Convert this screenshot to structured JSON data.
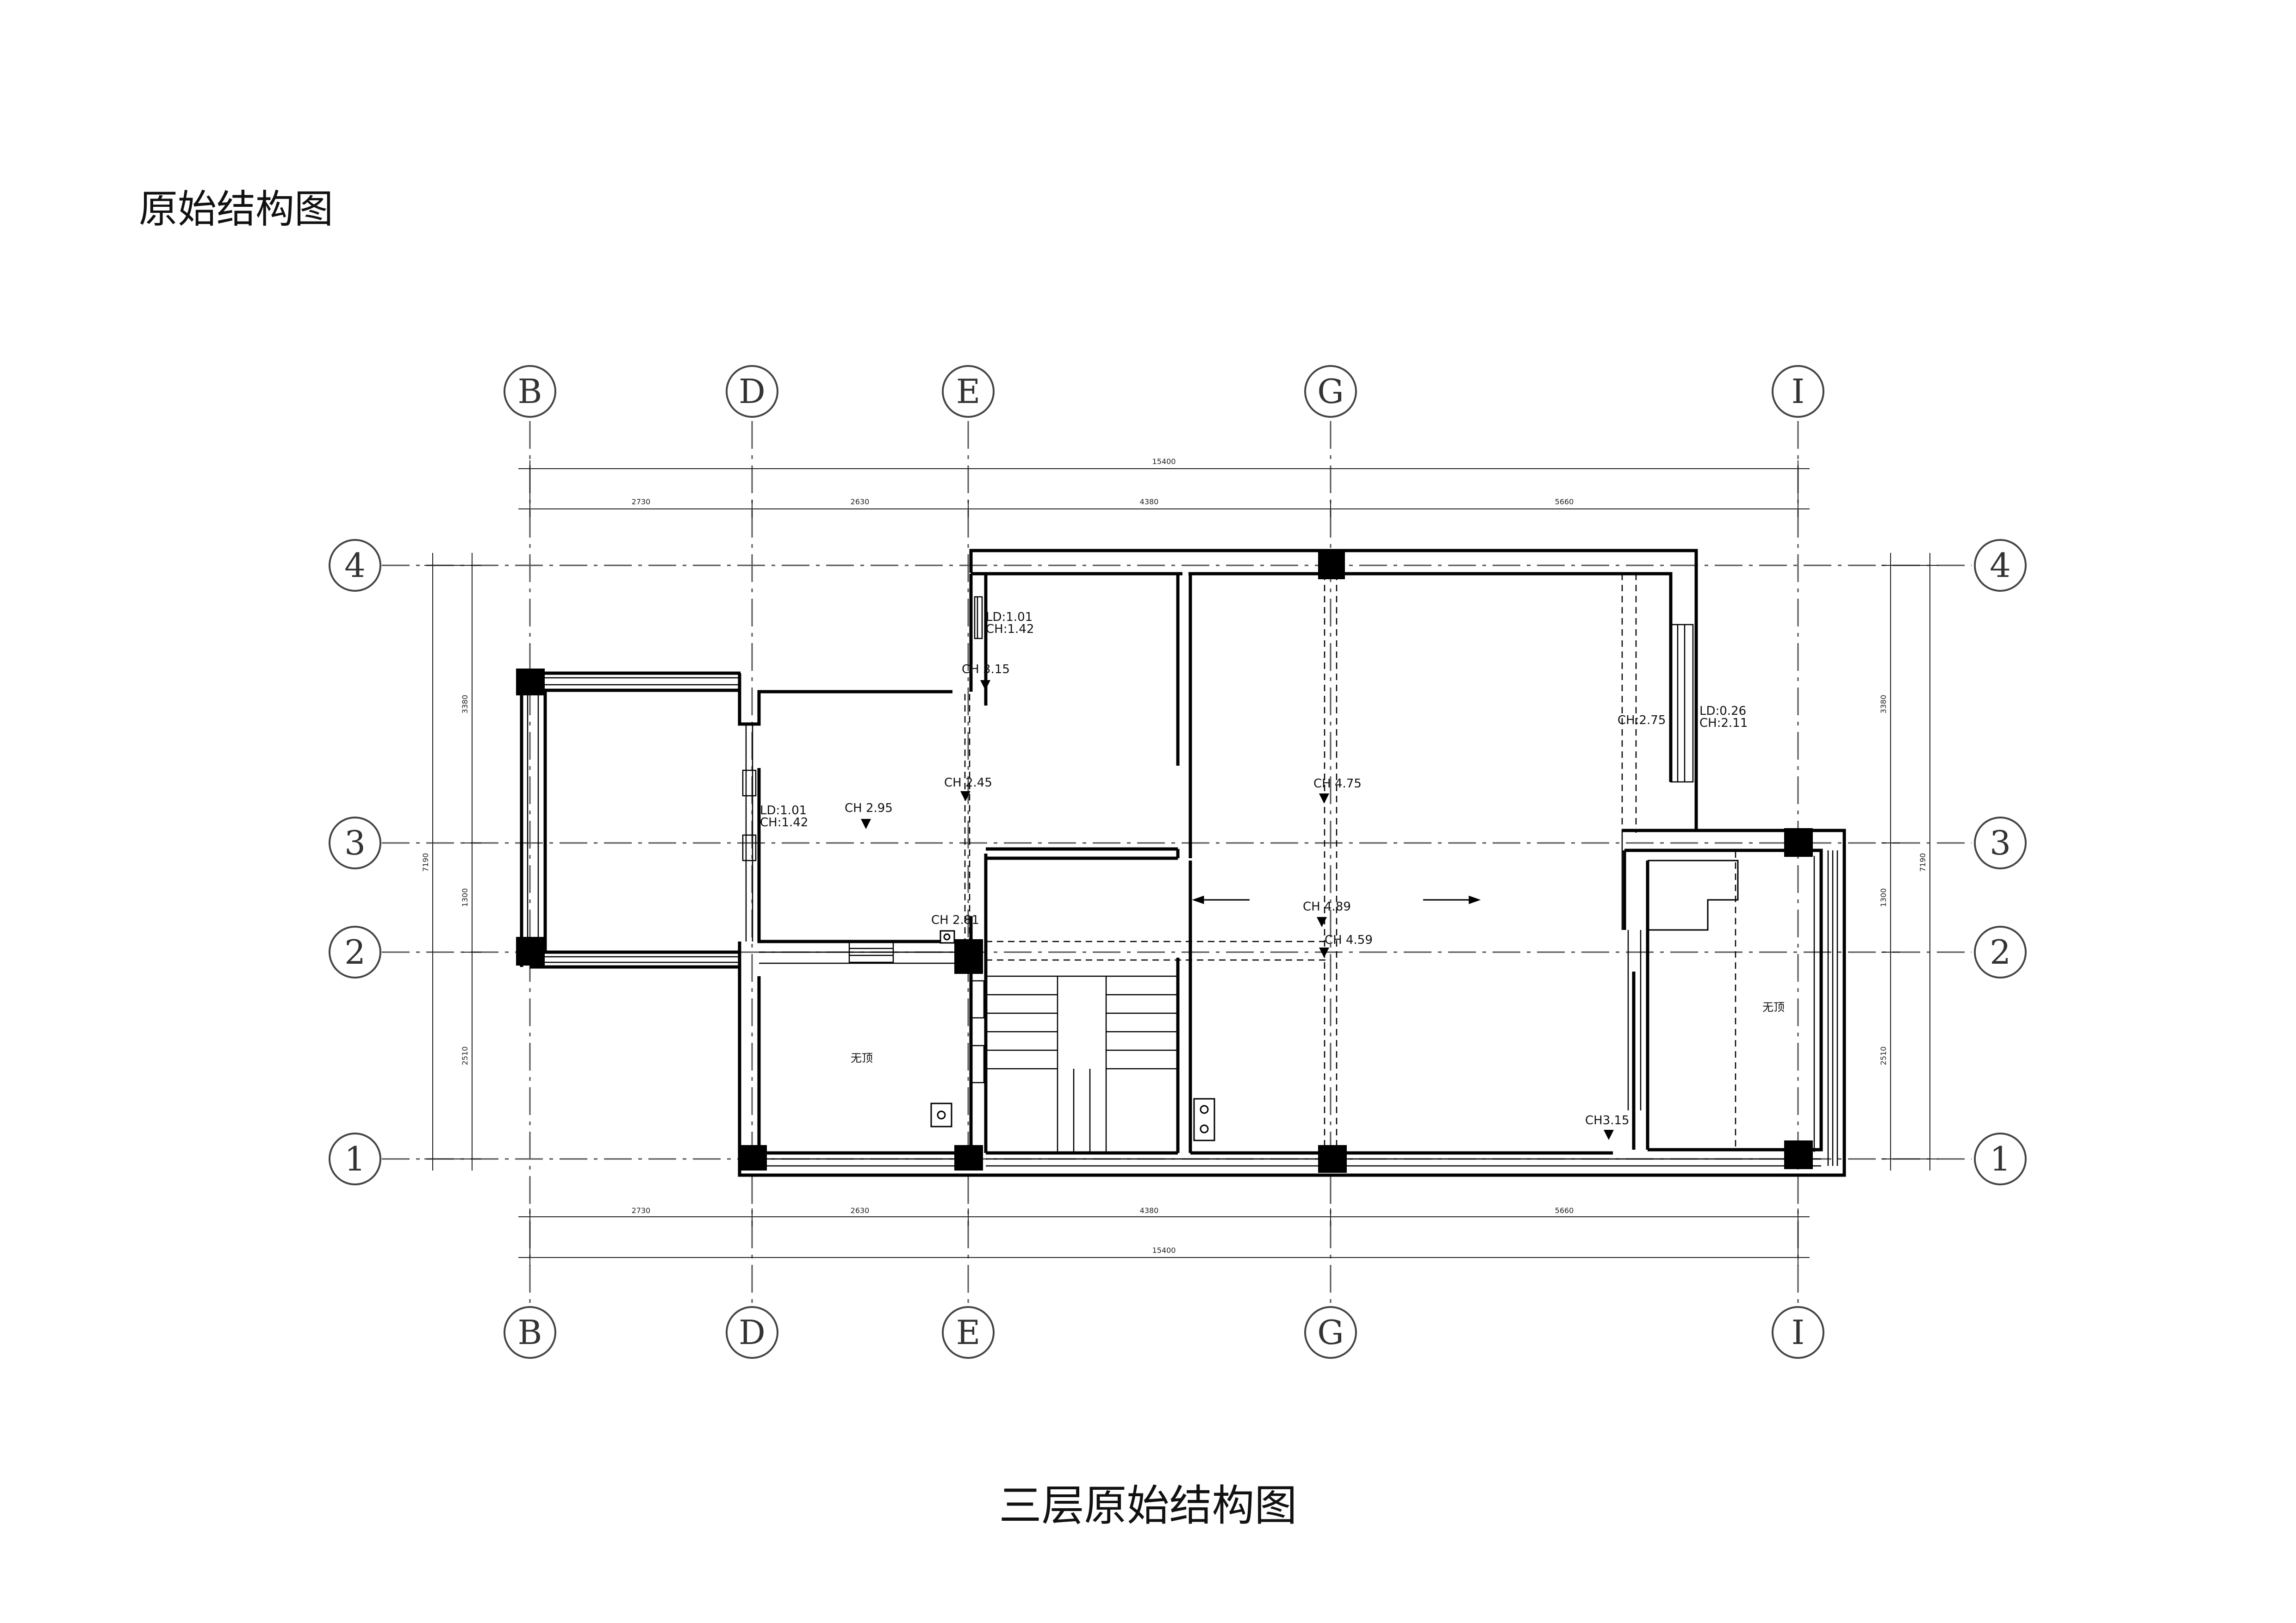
{
  "page_title": "原始结构图",
  "plan_caption": "三层原始结构图",
  "axes": {
    "top": [
      "B",
      "D",
      "E",
      "G",
      "I"
    ],
    "bottom": [
      "B",
      "D",
      "E",
      "G",
      "I"
    ],
    "left": [
      "4",
      "3",
      "2",
      "1"
    ],
    "right": [
      "4",
      "3",
      "2",
      "1"
    ]
  },
  "dimensions": {
    "horizontal_total": "15400",
    "horizontal_segments": [
      "2730",
      "2630",
      "4380",
      "5660"
    ],
    "vertical_total": "7190",
    "vertical_segments": [
      "3380",
      "1300",
      "2510"
    ]
  },
  "annotations": {
    "ld_101_top": "LD:1.01",
    "ch_142_top": "CH:1.42",
    "ch_315": "CH 3.15",
    "ch_245": "CH 2.45",
    "ld_101_left": "LD:1.01",
    "ch_142_left": "CH:1.42",
    "ch_295": "CH 2.95",
    "ch_281": "CH 2.81",
    "ch_475": "CH 4.75",
    "ch_489": "CH 4.89",
    "ch_459": "CH 4.59",
    "ch_275": "CH:2.75",
    "ld_026": "LD:0.26",
    "ch_211": "CH:2.11",
    "ch_315_b": "CH3.15"
  },
  "rooms": {
    "no_ceiling_left": "无顶",
    "no_ceiling_right": "无顶"
  },
  "colors": {
    "line": "#000000",
    "axis": "#555555",
    "text": "#111111"
  }
}
